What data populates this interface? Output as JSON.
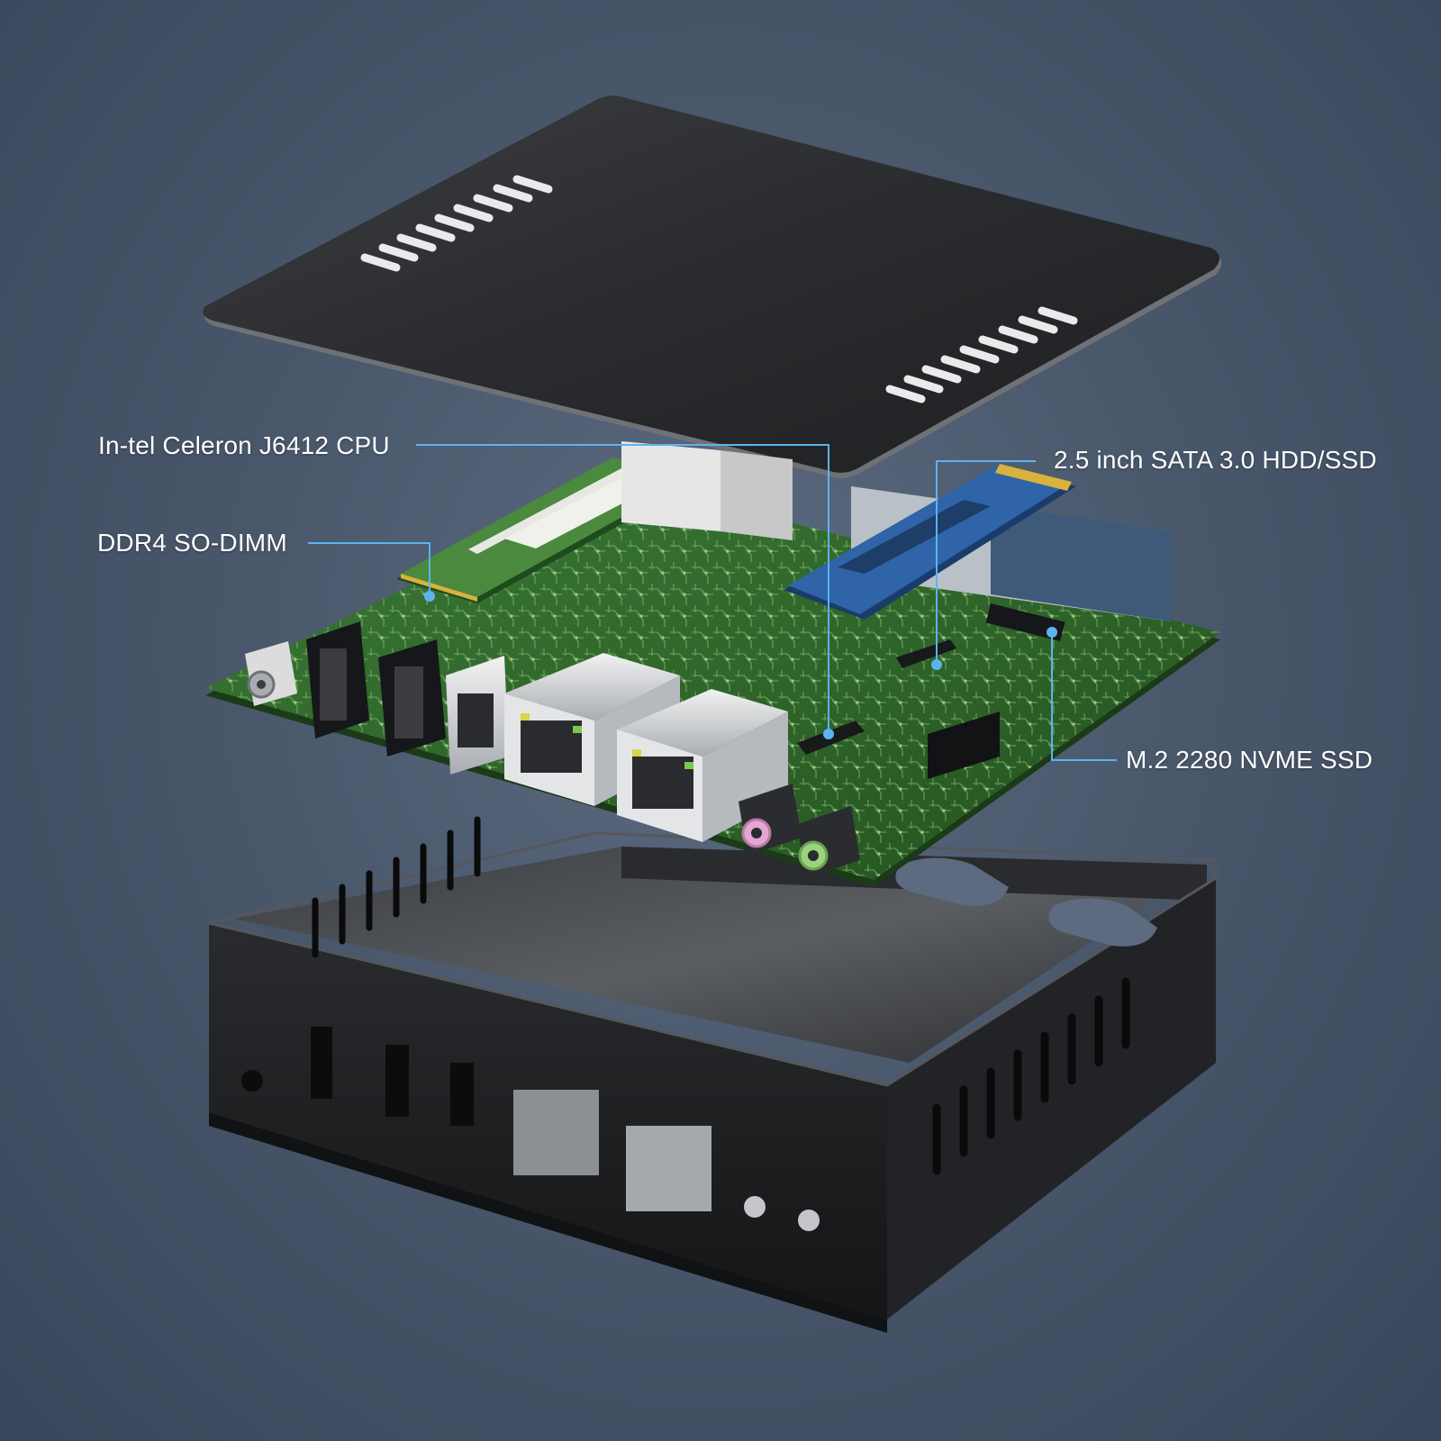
{
  "callouts": {
    "cpu": "In-tel Celeron J6412 CPU",
    "ram": "DDR4 SO-DIMM",
    "sata": "2.5 inch SATA 3.0 HDD/SSD",
    "nvme": "M.2 2280 NVME SSD"
  },
  "colors": {
    "leader_line": "#5cb3f0",
    "pcb": "#2c5e2a",
    "case": "#1c1d1f"
  }
}
